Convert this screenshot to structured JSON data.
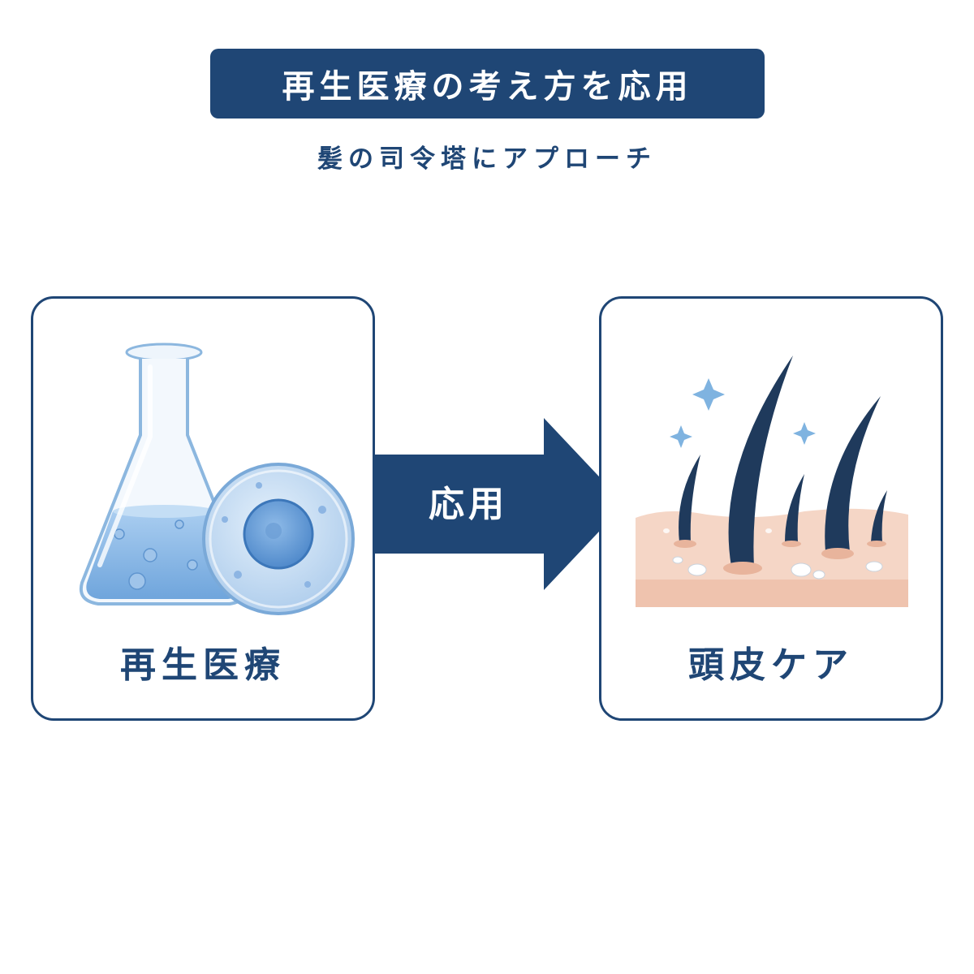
{
  "header": {
    "title": "再生医療の考え方を応用",
    "subtitle": "髪の司令塔にアプローチ"
  },
  "cards": {
    "left": {
      "label": "再生医療",
      "icon": "flask-and-cell-icon"
    },
    "right": {
      "label": "頭皮ケア",
      "icon": "scalp-hair-icon"
    }
  },
  "arrow": {
    "label": "応用"
  },
  "colors": {
    "navy": "#1f4675",
    "light_blue": "#7fb3e0",
    "skin": "#f5d6c6",
    "hair": "#1f3a5c"
  }
}
